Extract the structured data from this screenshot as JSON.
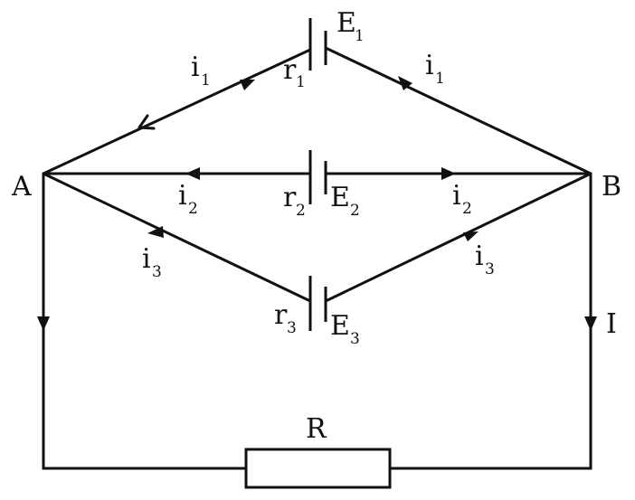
{
  "nodes": {
    "a": "A",
    "b": "B"
  },
  "resistor": {
    "label": "R"
  },
  "branch1": {
    "emf": "E",
    "emf_sub": "1",
    "r": "r",
    "r_sub": "1",
    "i_left": "i",
    "i_left_sub": "1",
    "i_right": "i",
    "i_right_sub": "1"
  },
  "branch2": {
    "emf": "E",
    "emf_sub": "2",
    "r": "r",
    "r_sub": "2",
    "i_left": "i",
    "i_left_sub": "2",
    "i_right": "i",
    "i_right_sub": "2"
  },
  "branch3": {
    "emf": "E",
    "emf_sub": "3",
    "r": "r",
    "r_sub": "3",
    "i_left": "i",
    "i_left_sub": "3",
    "i_right": "i",
    "i_right_sub": "3"
  },
  "current": {
    "label": "I"
  },
  "colors": {
    "line": "#111111",
    "background": "#ffffff"
  }
}
